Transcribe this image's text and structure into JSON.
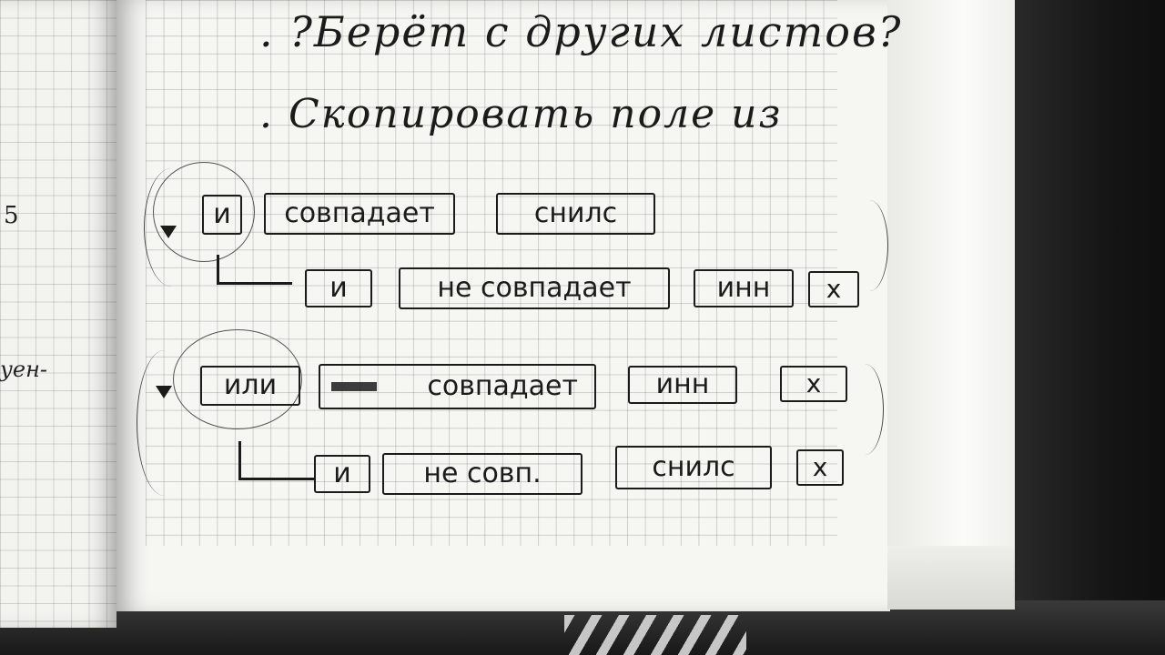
{
  "notes": {
    "line1": ". ?Берёт с других листов?",
    "line2": ". Скопировать поле из"
  },
  "margin": {
    "mark": "5",
    "word": "уен-"
  },
  "rows": [
    {
      "operator": "и",
      "condition": "совпадает",
      "field": "снилс"
    },
    {
      "operator": "и",
      "condition": "не совпадает",
      "field": "инн",
      "remove": "x"
    },
    {
      "operator": "или",
      "condition": "совпадает",
      "field": "инн",
      "remove": "x"
    },
    {
      "operator": "и",
      "condition": "не совп.",
      "field": "снилс",
      "remove": "x"
    }
  ]
}
